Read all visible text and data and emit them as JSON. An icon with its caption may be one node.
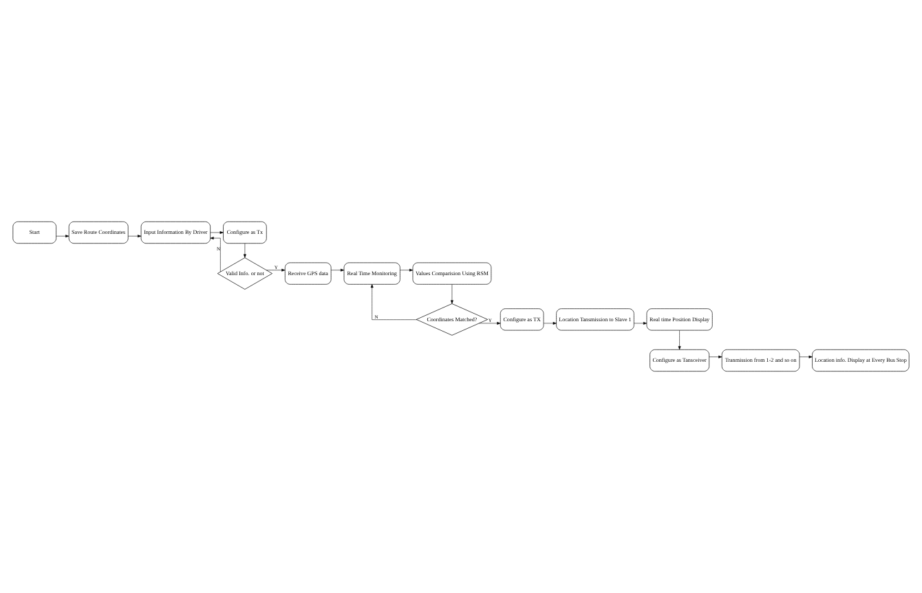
{
  "diagram": {
    "nodes": [
      {
        "text": [
          "Start"
        ]
      },
      {
        "text": [
          "Save Route Coordinates"
        ]
      },
      {
        "text": [
          "Input Information By Driver"
        ]
      },
      {
        "text": [
          "Configure as Tx"
        ]
      },
      {
        "text": [
          "Valid Info. or not"
        ]
      },
      {
        "text": [
          "Receive GPS data"
        ]
      },
      {
        "text": [
          "Real Time Monitoring"
        ]
      },
      {
        "text": [
          "Values Comparision Using RSM"
        ]
      },
      {
        "text": [
          "Coordinates Matched?"
        ]
      },
      {
        "text": [
          "Configure as TX"
        ]
      },
      {
        "text": [
          "Location Tansmission to Slave 1"
        ]
      },
      {
        "text": [
          "Real time Position Display"
        ]
      },
      {
        "text": [
          "Configure as Tansceiver"
        ]
      },
      {
        "text": [
          "Tranmission from 1-2 and so on"
        ]
      },
      {
        "text": [
          "Location info. Display at Every Bus Stop"
        ]
      }
    ],
    "edges": [
      {
        "from": 0,
        "to": 1,
        "arrow": "to"
      },
      {
        "from": 1,
        "to": 2,
        "arrow": "to"
      },
      {
        "from": 2,
        "to": 3,
        "arrow": "to"
      },
      {
        "from": 3,
        "to": 4,
        "arrow": "to"
      },
      {
        "from": 4,
        "to": 5,
        "arrow": "to",
        "label": "Y"
      },
      {
        "from": 4,
        "to": 2,
        "arrow": "to",
        "label": "N"
      },
      {
        "from": 5,
        "to": 6,
        "arrow": "to"
      },
      {
        "from": 6,
        "to": 7,
        "arrow": "to"
      },
      {
        "from": 7,
        "to": 8,
        "arrow": "to"
      },
      {
        "from": 8,
        "to": 9,
        "arrow": "to",
        "label": "Y"
      },
      {
        "from": 8,
        "to": 6,
        "arrow": "to",
        "label": "N"
      },
      {
        "from": 9,
        "to": 10,
        "arrow": "to"
      },
      {
        "from": 10,
        "to": 11,
        "arrow": "to"
      },
      {
        "from": 11,
        "to": 12,
        "arrow": "to"
      },
      {
        "from": 12,
        "to": 13,
        "arrow": "to"
      },
      {
        "from": 13,
        "to": 14,
        "arrow": "to"
      }
    ]
  }
}
